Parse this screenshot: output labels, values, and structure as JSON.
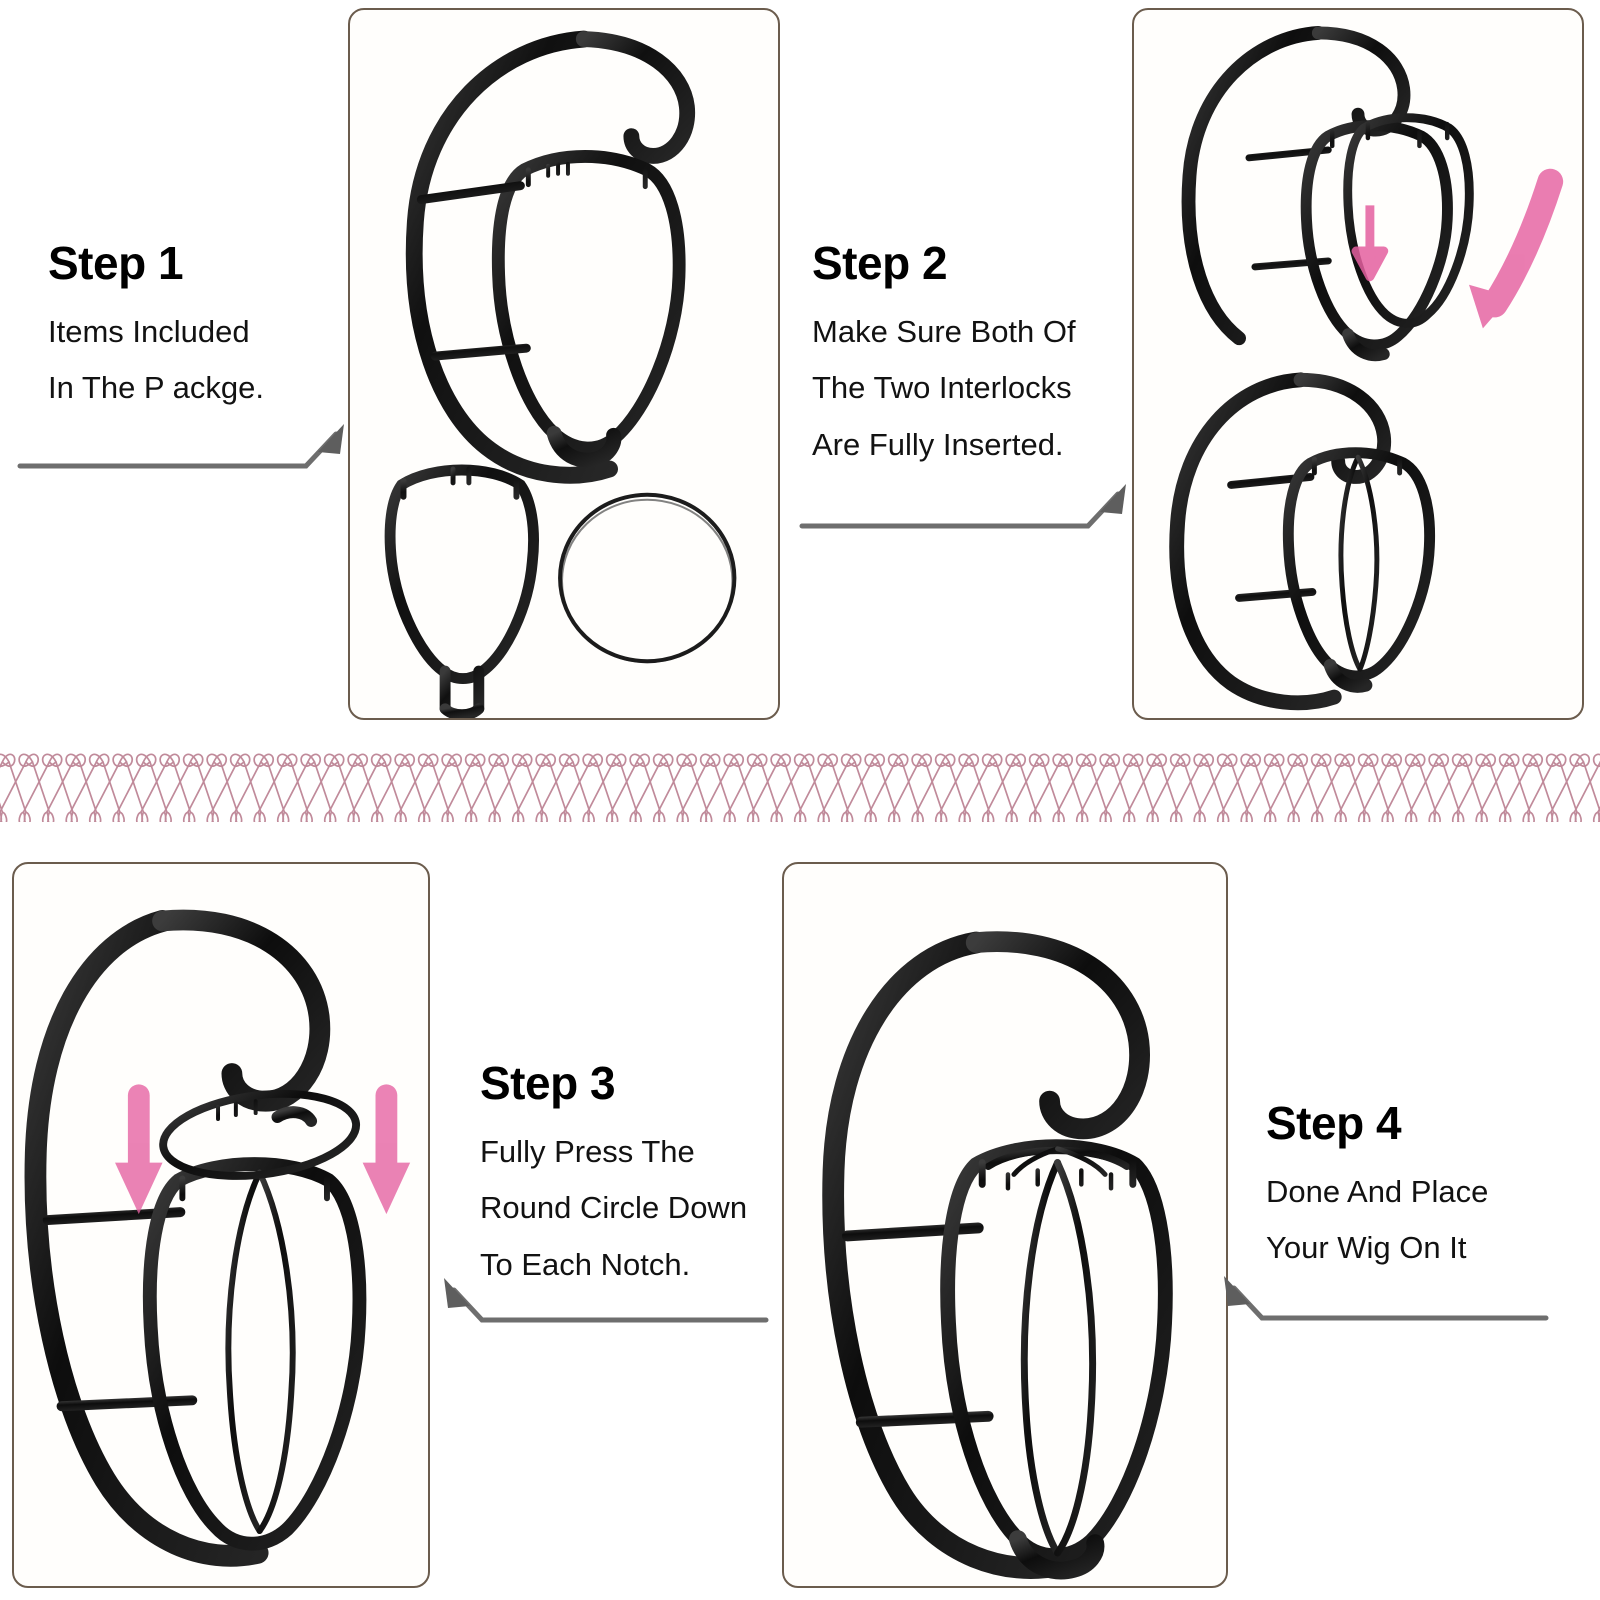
{
  "page": {
    "title": "Wig Stand Assembly Instructions",
    "background_color": "#ffffff",
    "panel_border_color": "#6b5c4d",
    "panel_fill_color": "#fffefc",
    "arrow_gray": "#6e6e6e",
    "arrow_pink": "#e560a0",
    "product_black": "#141414",
    "divider_color": "#c08a9a"
  },
  "steps": [
    {
      "id": "step-1",
      "title": "Step 1",
      "lines": [
        "Items Included",
        "In The P ackge."
      ],
      "connector": "arrow-right-up",
      "panel_contents": [
        "c-frame-with-oval-head",
        "oval-insert-piece",
        "round-ring"
      ]
    },
    {
      "id": "step-2",
      "title": "Step 2",
      "lines": [
        "Make Sure Both Of",
        "The Two Interlocks",
        "Are Fully Inserted."
      ],
      "connector": "arrow-right-up",
      "panel_contents": [
        "insert-entering-frame",
        "pink-small-arrow",
        "pink-large-curved-arrow",
        "assembled-frame-with-insert"
      ]
    },
    {
      "id": "step-3",
      "title": "Step 3",
      "lines": [
        "Fully Press The",
        "Round Circle Down",
        "To Each Notch."
      ],
      "connector": "arrow-left-up",
      "panel_contents": [
        "frame-with-ring-pressing-down",
        "pink-down-arrow-left",
        "pink-down-arrow-right"
      ]
    },
    {
      "id": "step-4",
      "title": "Step 4",
      "lines": [
        "Done And Place",
        "Your Wig On It"
      ],
      "connector": "arrow-left-up",
      "panel_contents": [
        "fully-assembled-wig-stand"
      ]
    }
  ],
  "divider": {
    "name": "decorative-lattice-divider",
    "color": "#c08a9a",
    "motif": "crossing-loops-lattice"
  }
}
